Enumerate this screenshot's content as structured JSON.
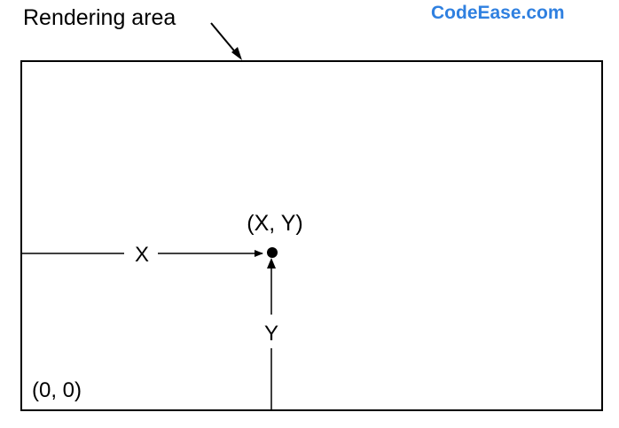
{
  "title": "Rendering area",
  "watermark": "CodeEase.com",
  "point_label": "(X, Y)",
  "x_label": "X",
  "y_label": "Y",
  "origin_label": "(0, 0)",
  "colors": {
    "ink": "#000000",
    "background": "#ffffff",
    "watermark": "#2f80e0"
  }
}
